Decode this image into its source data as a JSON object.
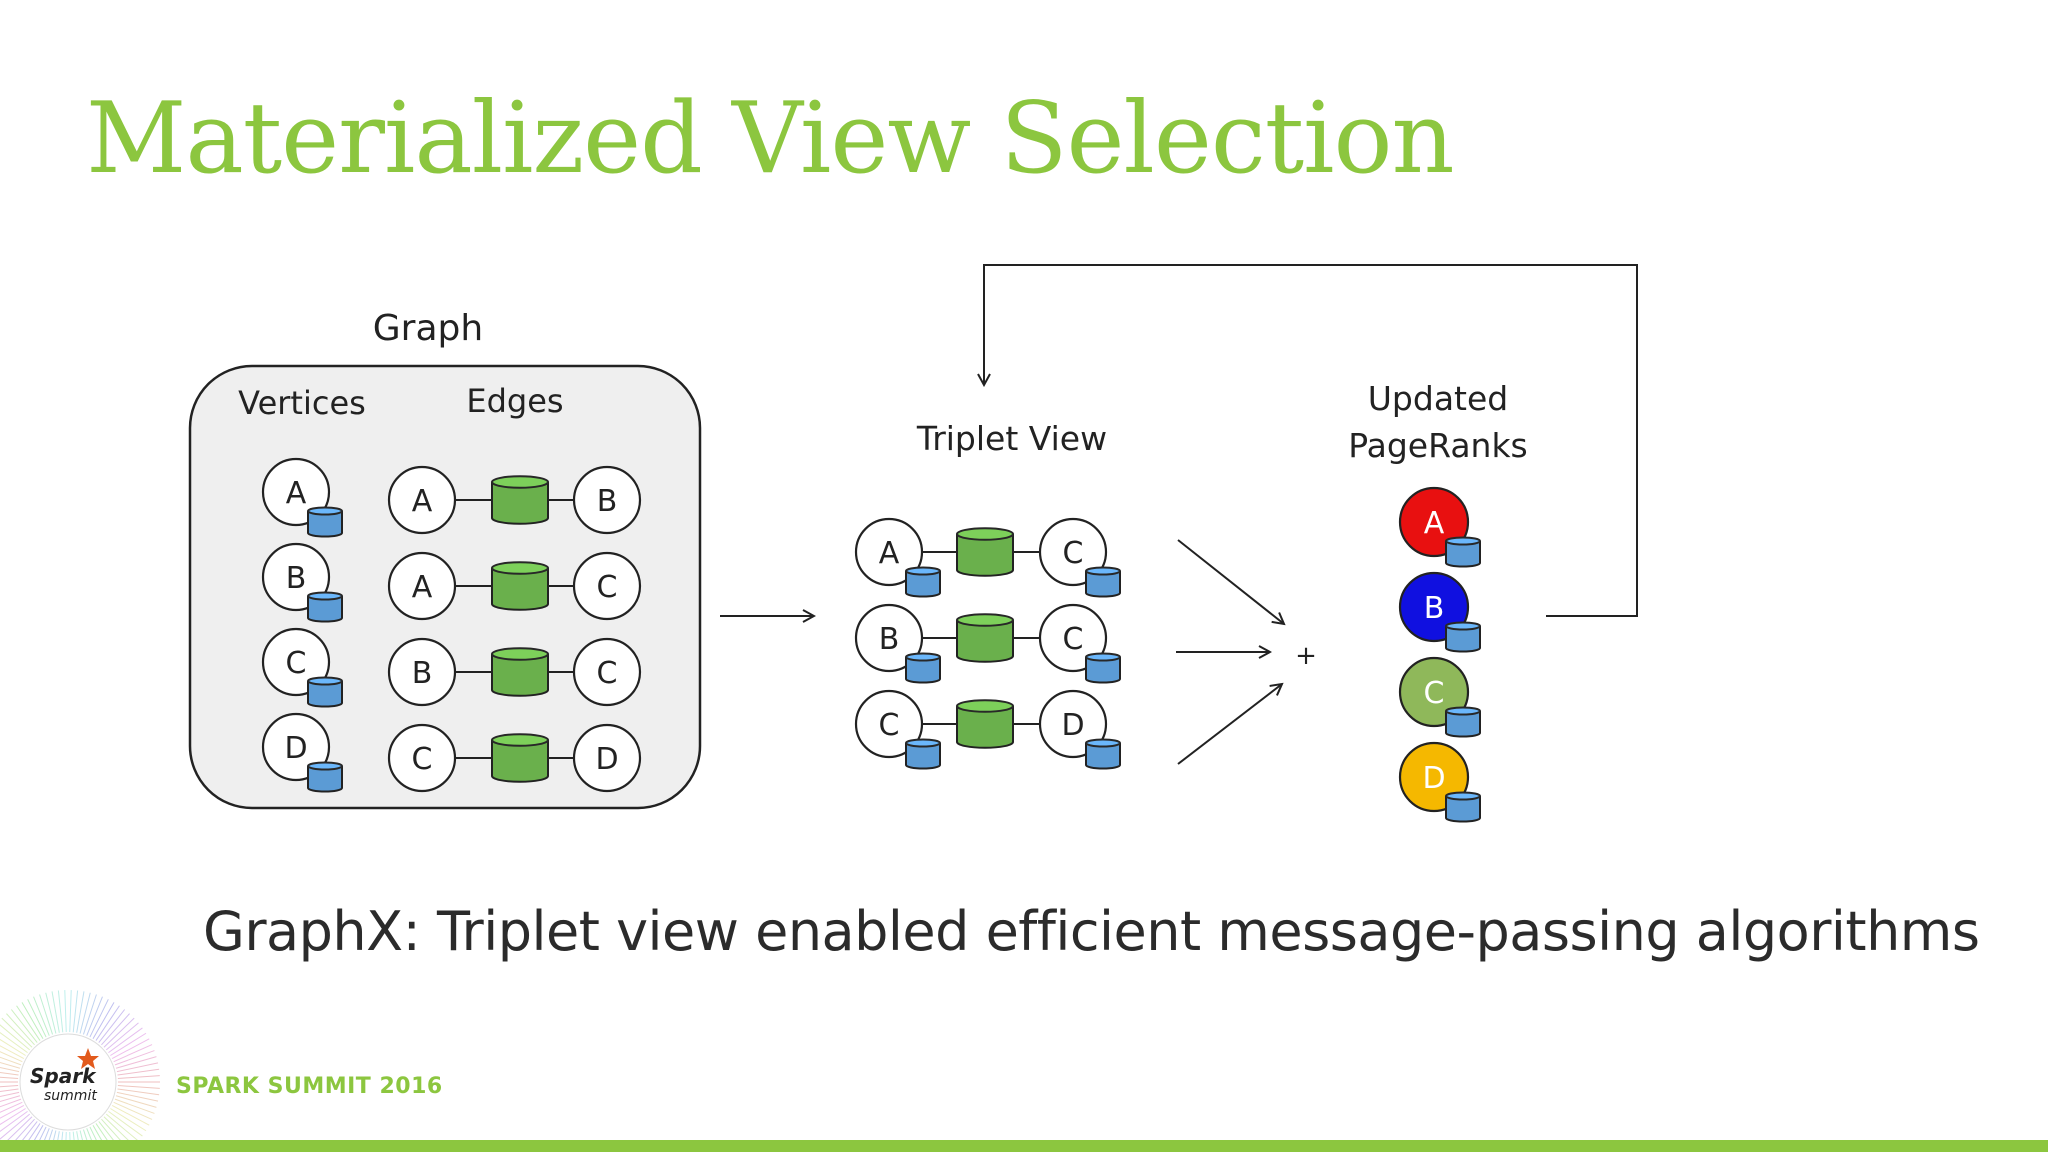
{
  "slide": {
    "title": "Materialized View Selection",
    "subtitle": "GraphX: Triplet view enabled efficient message-passing algorithms",
    "footer": "SPARK SUMMIT 2016",
    "logo_line1": "Spark",
    "logo_line2": "summit"
  },
  "graph": {
    "label": "Graph",
    "vertices_label": "Vertices",
    "edges_label": "Edges",
    "vertices": [
      "A",
      "B",
      "C",
      "D"
    ],
    "edges": [
      {
        "src": "A",
        "dst": "B"
      },
      {
        "src": "A",
        "dst": "C"
      },
      {
        "src": "B",
        "dst": "C"
      },
      {
        "src": "C",
        "dst": "D"
      }
    ]
  },
  "triplet_view": {
    "label": "Triplet View",
    "triplets": [
      {
        "src": "A",
        "dst": "C"
      },
      {
        "src": "B",
        "dst": "C"
      },
      {
        "src": "C",
        "dst": "D"
      }
    ]
  },
  "aggregate_symbol": "+",
  "pageranks": {
    "label_line1": "Updated",
    "label_line2": "PageRanks",
    "nodes": [
      {
        "name": "A",
        "color": "#e81010"
      },
      {
        "name": "B",
        "color": "#1010e0"
      },
      {
        "name": "C",
        "color": "#8fb85a"
      },
      {
        "name": "D",
        "color": "#f5b800"
      }
    ]
  },
  "colors": {
    "accent": "#8cc63f",
    "edge_data": "#6ab04c",
    "vertex_data": "#5b9bd5"
  }
}
